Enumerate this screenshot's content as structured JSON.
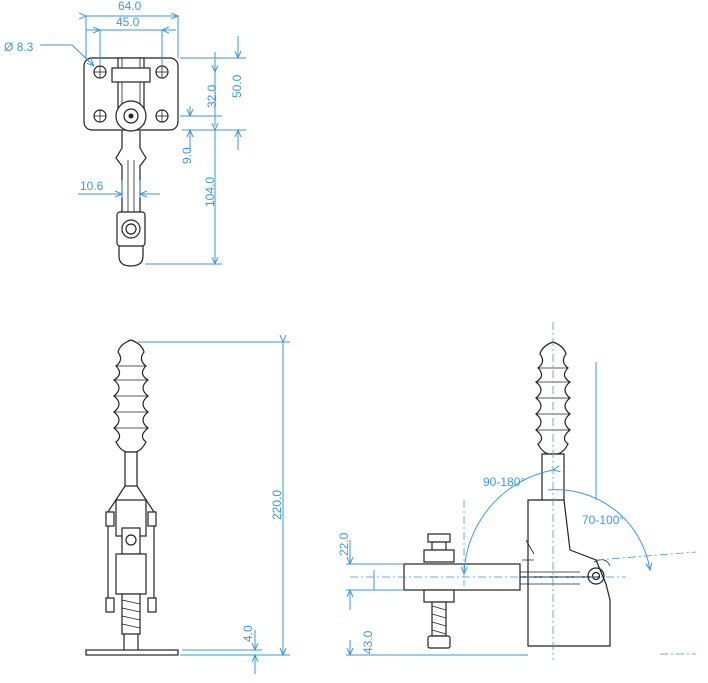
{
  "dimensions": {
    "top_width_outer": "64.0",
    "top_width_inner": "45.0",
    "hole_dia": "Ø 8.3",
    "height_32": "32.0",
    "height_50": "50.0",
    "offset_9": "9.0",
    "length_104": "104.0",
    "width_10_6": "10.6",
    "height_220": "220.0",
    "base_4": "4.0",
    "side_22": "22.0",
    "side_43": "43.0",
    "angle_open": "90-180°",
    "angle_handle": "70-100°"
  },
  "colors": {
    "dimension": "#3a9ad9",
    "outline": "#222222"
  }
}
